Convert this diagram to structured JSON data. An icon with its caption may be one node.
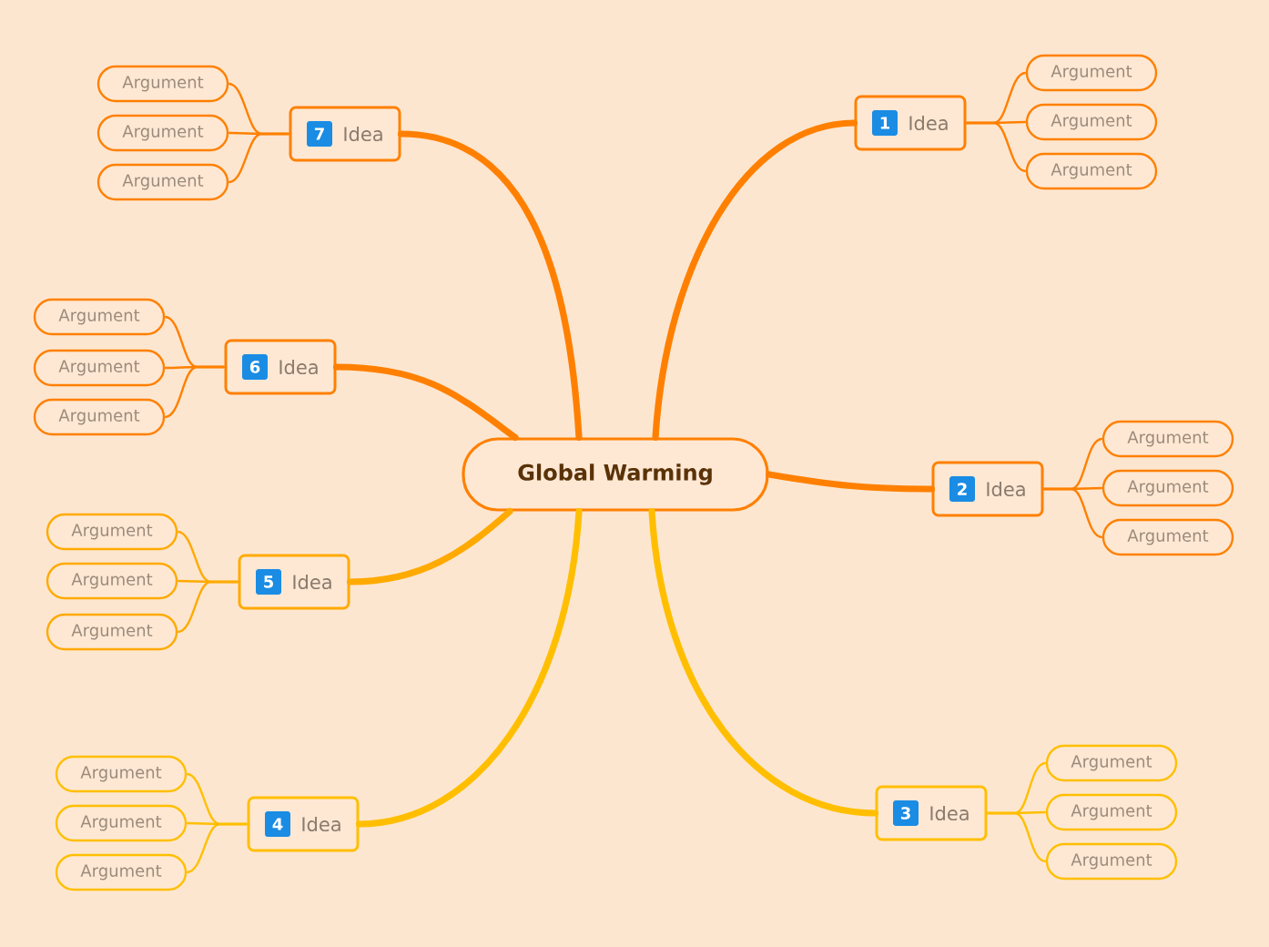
{
  "diagram": {
    "nodes": [
      {
        "text": [
          "Global Warming"
        ]
      },
      {
        "text": [
          "1",
          "Idea"
        ]
      },
      {
        "text": [
          "Argument"
        ]
      },
      {
        "text": [
          "Argument"
        ]
      },
      {
        "text": [
          "Argument"
        ]
      },
      {
        "text": [
          "2",
          "Idea"
        ]
      },
      {
        "text": [
          "Argument"
        ]
      },
      {
        "text": [
          "Argument"
        ]
      },
      {
        "text": [
          "Argument"
        ]
      },
      {
        "text": [
          "3",
          "Idea"
        ]
      },
      {
        "text": [
          "Argument"
        ]
      },
      {
        "text": [
          "Argument"
        ]
      },
      {
        "text": [
          "Argument"
        ]
      },
      {
        "text": [
          "4",
          "Idea"
        ]
      },
      {
        "text": [
          "Argument"
        ]
      },
      {
        "text": [
          "Argument"
        ]
      },
      {
        "text": [
          "Argument"
        ]
      },
      {
        "text": [
          "5",
          "Idea"
        ]
      },
      {
        "text": [
          "Argument"
        ]
      },
      {
        "text": [
          "Argument"
        ]
      },
      {
        "text": [
          "Argument"
        ]
      },
      {
        "text": [
          "6",
          "Idea"
        ]
      },
      {
        "text": [
          "Argument"
        ]
      },
      {
        "text": [
          "Argument"
        ]
      },
      {
        "text": [
          "Argument"
        ]
      },
      {
        "text": [
          "7",
          "Idea"
        ]
      },
      {
        "text": [
          "Argument"
        ]
      },
      {
        "text": [
          "Argument"
        ]
      },
      {
        "text": [
          "Argument"
        ]
      }
    ],
    "edges": [
      {
        "from": 0,
        "to": 1,
        "arrow": "none",
        "style": "thick"
      },
      {
        "from": 1,
        "to": 2,
        "arrow": "none"
      },
      {
        "from": 1,
        "to": 3,
        "arrow": "none"
      },
      {
        "from": 1,
        "to": 4,
        "arrow": "none"
      },
      {
        "from": 0,
        "to": 5,
        "arrow": "none",
        "style": "thick"
      },
      {
        "from": 5,
        "to": 6,
        "arrow": "none"
      },
      {
        "from": 5,
        "to": 7,
        "arrow": "none"
      },
      {
        "from": 5,
        "to": 8,
        "arrow": "none"
      },
      {
        "from": 0,
        "to": 9,
        "arrow": "none",
        "style": "thick",
        "color": "#ffbf00"
      },
      {
        "from": 9,
        "to": 10,
        "arrow": "none",
        "color": "#ffbf00"
      },
      {
        "from": 9,
        "to": 11,
        "arrow": "none",
        "color": "#ffbf00"
      },
      {
        "from": 9,
        "to": 12,
        "arrow": "none",
        "color": "#ffbf00"
      },
      {
        "from": 0,
        "to": 13,
        "arrow": "none",
        "style": "thick",
        "color": "#ffbf00"
      },
      {
        "from": 13,
        "to": 14,
        "arrow": "none",
        "color": "#ffbf00"
      },
      {
        "from": 13,
        "to": 15,
        "arrow": "none",
        "color": "#ffbf00"
      },
      {
        "from": 13,
        "to": 16,
        "arrow": "none",
        "color": "#ffbf00"
      },
      {
        "from": 0,
        "to": 17,
        "arrow": "none",
        "style": "thick",
        "color": "#ffaa00"
      },
      {
        "from": 17,
        "to": 18,
        "arrow": "none",
        "color": "#ffaa00"
      },
      {
        "from": 17,
        "to": 19,
        "arrow": "none",
        "color": "#ffaa00"
      },
      {
        "from": 17,
        "to": 20,
        "arrow": "none",
        "color": "#ffaa00"
      },
      {
        "from": 0,
        "to": 21,
        "arrow": "none",
        "style": "thick"
      },
      {
        "from": 21,
        "to": 22,
        "arrow": "none"
      },
      {
        "from": 21,
        "to": 23,
        "arrow": "none"
      },
      {
        "from": 21,
        "to": 24,
        "arrow": "none"
      },
      {
        "from": 0,
        "to": 25,
        "arrow": "none",
        "style": "thick"
      },
      {
        "from": 25,
        "to": 26,
        "arrow": "none"
      },
      {
        "from": 25,
        "to": 27,
        "arrow": "none"
      },
      {
        "from": 25,
        "to": 28,
        "arrow": "none"
      }
    ]
  }
}
